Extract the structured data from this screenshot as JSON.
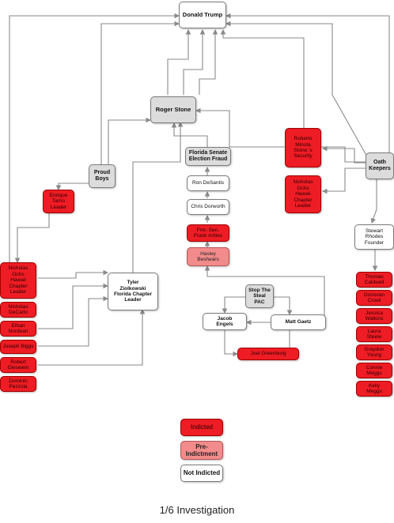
{
  "nodes": {
    "trump": "Donald Trump",
    "stone": "Roger Stone",
    "proud_boys": "Proud\nBoys",
    "oath_keepers": "Oath\nKeepers",
    "tarrio": "Enrique\nTarrio\nLeader",
    "minuta": "Roberto\nMinuta\nStone ’s\nSecurity",
    "ochs_hawaii": "Nicholas\nOchs\nHawaii\nChapter\nLeader",
    "fl_senate": "Florida Senate\nElection Fraud",
    "desantis": "Ron DeSantis",
    "dorworth": "Chris Dorworth",
    "fl_sen_artiles": "Fmr. Sen.\nFrank Artiles",
    "beshears": "Hasley\nBeshears",
    "rhodes": "Stewart\nRhodes\nFounder",
    "caldwell": "Thomas\nCaldwell",
    "crowl": "Donovan\nCrowl",
    "watkins": "Jessica\nWatkins",
    "steele": "Laura\nSteele",
    "young": "Graydon\nYoung",
    "meggs_s": "Connie\nMeggs",
    "meggs_k": "Kelly\nMeggs",
    "ochs_leader": "Nicholas\nOchs\nHawaii\nChapter\nLeader",
    "decarlo": "Nicholas\nDeCarlo",
    "nordean": "Ethan\nNordean",
    "biggs": "Joseph Biggs",
    "gieswein": "Robert\nGieswein",
    "pezzola": "Dominic\nPezzola",
    "ziolkowski": "Tyler\nZiolkowski\nFlorida Chapter\nLeader",
    "stop_steal": "Stop The\nSteal\nPAC",
    "engels": "Jacob\nEngels",
    "gaetz": "Matt Gaetz",
    "greenberg": "Joel Greenburg"
  },
  "legend": {
    "indicted": "Indicted",
    "pre_indictment": "Pre-\nIndictment",
    "not_indicted": "Not Indicted"
  },
  "title": "1/6 Investigation",
  "colors": {
    "indicted": "#ee1c24",
    "pre_indictment": "#f28b8b",
    "not_indicted": "#ffffff",
    "group": "#dcdcdc",
    "line": "#8a8a8a"
  }
}
